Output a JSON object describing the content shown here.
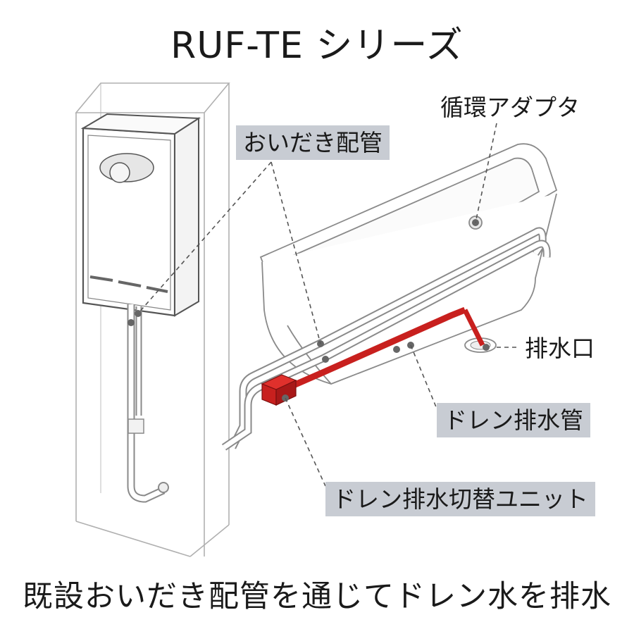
{
  "title": "RUF-TE シリーズ",
  "caption": "既設おいだき配管を通じてドレン水を排水",
  "labels": {
    "oidaki_pipe": "おいだき配管",
    "circulation_adapter": "循環アダプタ",
    "drain_outlet": "排水口",
    "drain_pipe": "ドレン排水管",
    "switch_unit": "ドレン排水切替ユニット"
  },
  "colors": {
    "drain_red": "#c8201e",
    "label_bg": "#c8ccd3",
    "outline": "#9a9a9a",
    "pipe_gray": "#8a8a8a"
  }
}
